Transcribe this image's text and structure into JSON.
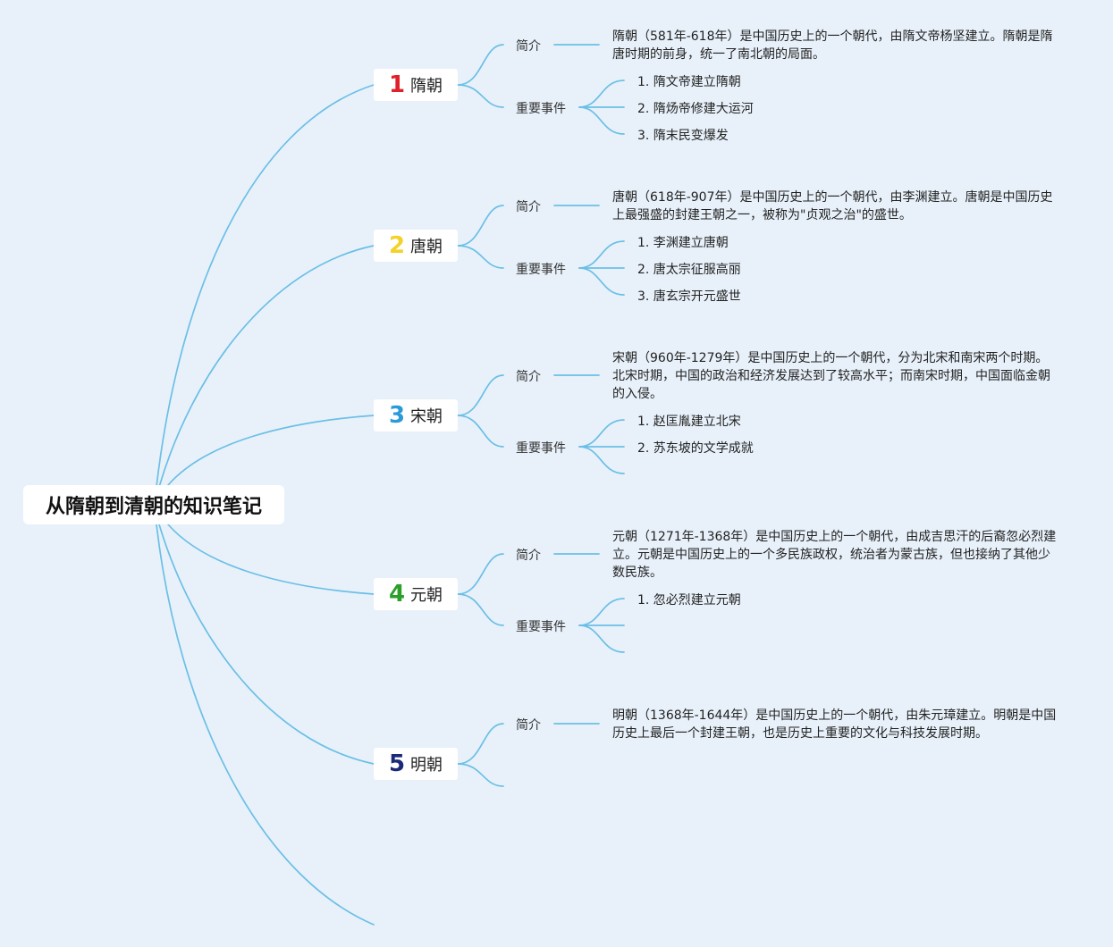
{
  "title": "从隋朝到清朝的知识笔记",
  "labels": {
    "intro": "简介",
    "events": "重要事件"
  },
  "colors": {
    "line": "#6bbfe6",
    "background": "#e8f1fa"
  },
  "dynasties": [
    {
      "num": "1",
      "name": "隋朝",
      "color": "#e0202a",
      "intro": "隋朝（581年-618年）是中国历史上的一个朝代，由隋文帝杨坚建立。隋朝是隋唐时期的前身，统一了南北朝的局面。",
      "events": [
        "1. 隋文帝建立隋朝",
        "2. 隋炀帝修建大运河",
        "3. 隋末民变爆发"
      ]
    },
    {
      "num": "2",
      "name": "唐朝",
      "color": "#f3d22a",
      "intro": "唐朝（618年-907年）是中国历史上的一个朝代，由李渊建立。唐朝是中国历史上最强盛的封建王朝之一，被称为\"贞观之治\"的盛世。",
      "events": [
        "1. 李渊建立唐朝",
        "2. 唐太宗征服高丽",
        "3. 唐玄宗开元盛世"
      ]
    },
    {
      "num": "3",
      "name": "宋朝",
      "color": "#2a9ad8",
      "intro": "宋朝（960年-1279年）是中国历史上的一个朝代，分为北宋和南宋两个时期。北宋时期，中国的政治和经济发展达到了较高水平；而南宋时期，中国面临金朝的入侵。",
      "events": [
        "1. 赵匡胤建立北宋",
        "2. 苏东坡的文学成就"
      ]
    },
    {
      "num": "4",
      "name": "元朝",
      "color": "#2aa02a",
      "intro": "元朝（1271年-1368年）是中国历史上的一个朝代，由成吉思汗的后裔忽必烈建立。元朝是中国历史上的一个多民族政权，统治者为蒙古族，但也接纳了其他少数民族。",
      "events": [
        "1. 忽必烈建立元朝"
      ]
    },
    {
      "num": "5",
      "name": "明朝",
      "color": "#1a2a78",
      "intro": "明朝（1368年-1644年）是中国历史上的一个朝代，由朱元璋建立。明朝是中国历史上最后一个封建王朝，也是历史上重要的文化与科技发展时期。",
      "events": []
    }
  ]
}
